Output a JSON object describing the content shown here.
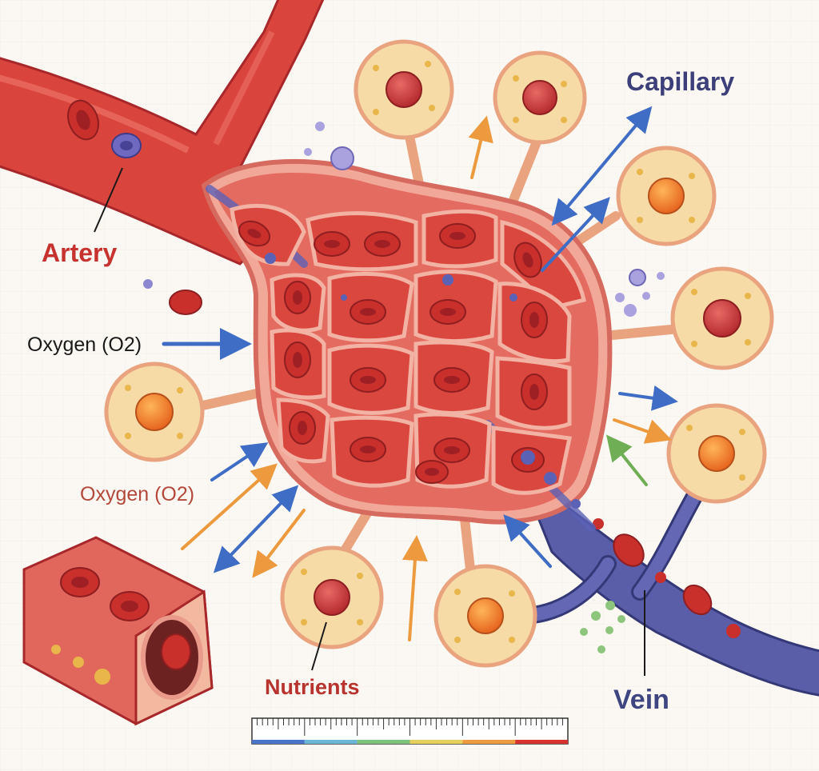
{
  "labels": {
    "artery": "Artery",
    "capillary": "Capillary",
    "oxygen_o2_black": "Oxygen (O2)",
    "oxygen_o2_red": "Oxygen (O2)",
    "nutrients": "Nutrients",
    "vein": "Vein"
  },
  "colors": {
    "artery": "#d9443c",
    "vein": "#5a5ea8",
    "tissue_cell": "#f6dba6",
    "cell_membrane": "#e9a37f",
    "red_blood_cell": "#c92f2b",
    "capillary_bed": "#ef9b8b",
    "arrow_blue": "#3f6cc4",
    "arrow_orange": "#ec9a3d",
    "arrow_green": "#6fae54"
  },
  "scale_bar": {
    "segments": [
      "#4a74c9",
      "#69b6d6",
      "#7cc27a",
      "#e8d05c",
      "#ee9b3f",
      "#d7322e"
    ]
  }
}
